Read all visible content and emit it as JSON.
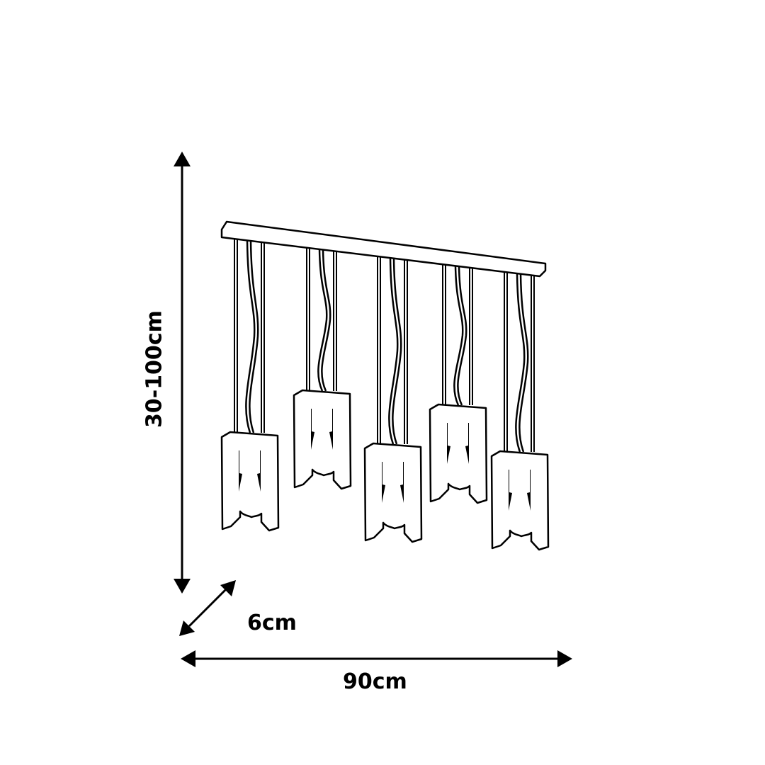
{
  "dimensions": {
    "height": "30-100cm",
    "width": "90cm",
    "depth": "6cm"
  },
  "lamp_count": 5,
  "line_color": "#000000"
}
